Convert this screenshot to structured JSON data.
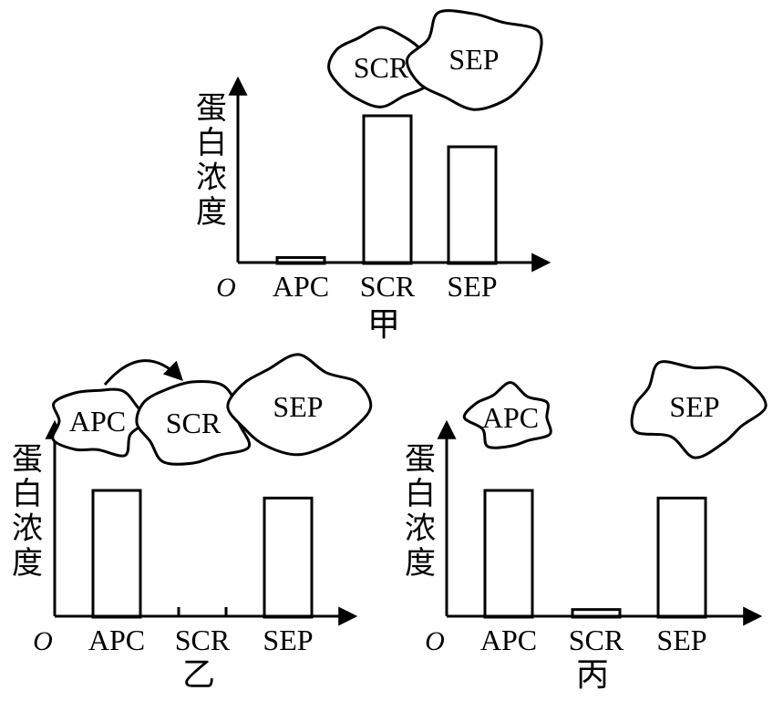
{
  "chart_data": [
    {
      "type": "bar",
      "title": "甲",
      "ylabel": "蛋白浓度",
      "origin_label": "O",
      "categories": [
        "APC",
        "SCR",
        "SEP"
      ],
      "values": [
        0.04,
        1.0,
        0.79
      ],
      "ylim": [
        0,
        1.15
      ],
      "bubbles": [
        "SCR",
        "SEP"
      ],
      "arrow": false
    },
    {
      "type": "bar",
      "title": "乙",
      "ylabel": "蛋白浓度",
      "origin_label": "O",
      "categories": [
        "APC",
        "SCR",
        "SEP"
      ],
      "values": [
        1.0,
        0.0,
        0.94
      ],
      "ylim": [
        0,
        1.15
      ],
      "bubbles": [
        "APC",
        "SCR",
        "SEP"
      ],
      "arrow": true
    },
    {
      "type": "bar",
      "title": "丙",
      "ylabel": "蛋白浓度",
      "origin_label": "O",
      "categories": [
        "APC",
        "SCR",
        "SEP"
      ],
      "values": [
        1.0,
        0.06,
        0.94
      ],
      "ylim": [
        0,
        1.15
      ],
      "bubbles": [
        "APC",
        "SEP"
      ],
      "arrow": false
    }
  ]
}
